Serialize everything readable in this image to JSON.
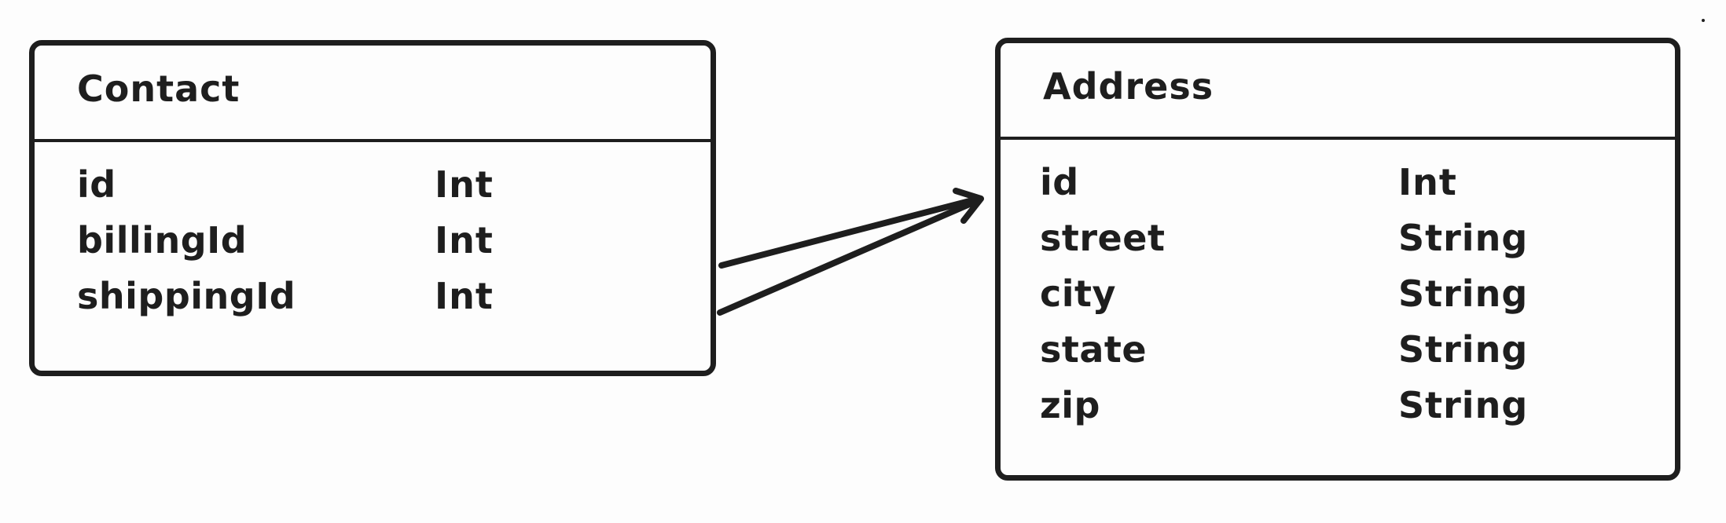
{
  "colors": {
    "stroke": "#1e1e1e",
    "background": "#fdfdfd"
  },
  "contact": {
    "title": "Contact",
    "fields": [
      {
        "name": "id",
        "type": "Int"
      },
      {
        "name": "billingId",
        "type": "Int"
      },
      {
        "name": "shippingId",
        "type": "Int"
      }
    ]
  },
  "address": {
    "title": "Address",
    "fields": [
      {
        "name": "id",
        "type": "Int"
      },
      {
        "name": "street",
        "type": "String"
      },
      {
        "name": "city",
        "type": "String"
      },
      {
        "name": "state",
        "type": "String"
      },
      {
        "name": "zip",
        "type": "String"
      }
    ]
  },
  "relations": [
    {
      "from": "contact.billingId",
      "to": "address.id"
    },
    {
      "from": "contact.shippingId",
      "to": "address.id"
    }
  ]
}
